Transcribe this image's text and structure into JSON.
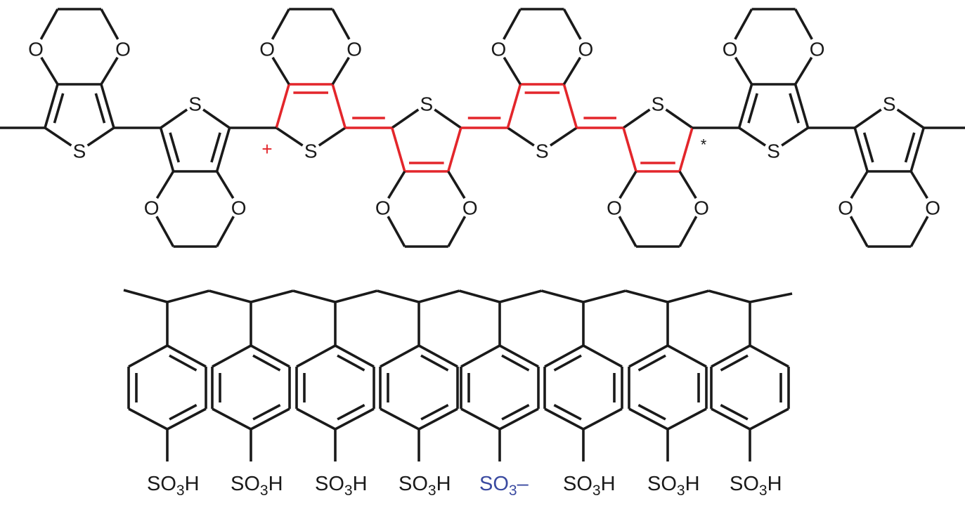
{
  "colors": {
    "bond": "#1a1a1a",
    "conjugated": "#e3262b",
    "anion": "#3a4aa0"
  },
  "pedot": {
    "oxygen_label": "O",
    "sulfur_label": "S",
    "cation_mark": "+",
    "radical_mark": "*",
    "units": [
      {
        "orientation": "up",
        "form": "aromatic"
      },
      {
        "orientation": "down",
        "form": "aromatic"
      },
      {
        "orientation": "up",
        "form": "quinoid"
      },
      {
        "orientation": "down",
        "form": "quinoid"
      },
      {
        "orientation": "up",
        "form": "quinoid"
      },
      {
        "orientation": "down",
        "form": "quinoid"
      },
      {
        "orientation": "up",
        "form": "aromatic"
      },
      {
        "orientation": "down",
        "form": "aromatic"
      }
    ]
  },
  "pss": {
    "groups": [
      {
        "main": "SO",
        "sub": "3",
        "tail": "H",
        "charged": false
      },
      {
        "main": "SO",
        "sub": "3",
        "tail": "H",
        "charged": false
      },
      {
        "main": "SO",
        "sub": "3",
        "tail": "H",
        "charged": false
      },
      {
        "main": "SO",
        "sub": "3",
        "tail": "H",
        "charged": false
      },
      {
        "main": "SO",
        "sub": "3",
        "tail": "–",
        "charged": true
      },
      {
        "main": "SO",
        "sub": "3",
        "tail": "H",
        "charged": false
      },
      {
        "main": "SO",
        "sub": "3",
        "tail": "H",
        "charged": false
      },
      {
        "main": "SO",
        "sub": "3",
        "tail": "H",
        "charged": false
      }
    ]
  }
}
